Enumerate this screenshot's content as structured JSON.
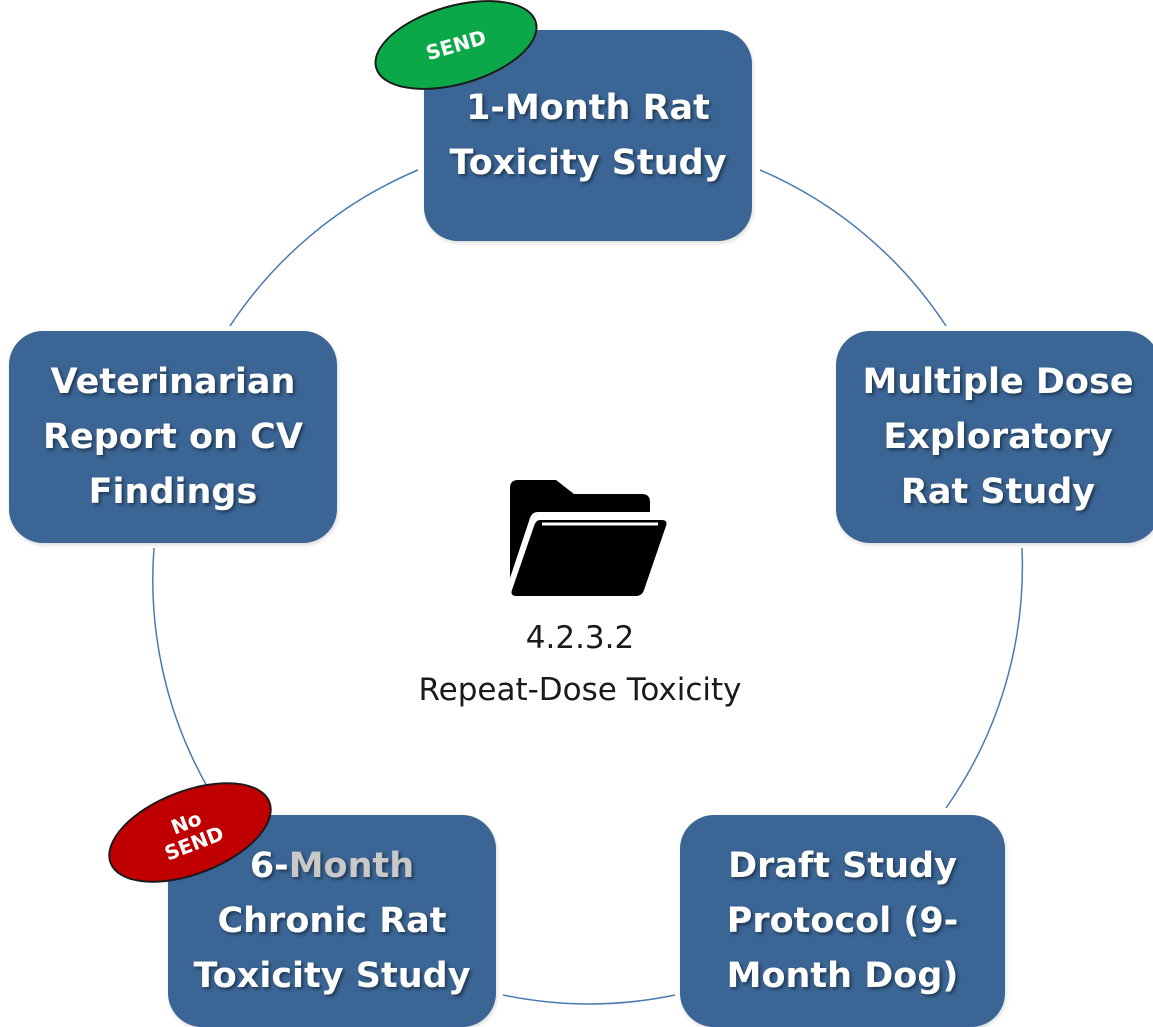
{
  "center": {
    "code": "4.2.3.2",
    "title": "Repeat-Dose Toxicity",
    "icon": "folder-open-icon"
  },
  "nodes": [
    {
      "lines": [
        "1-Month Rat",
        "Toxicity Study"
      ]
    },
    {
      "lines": [
        "Multiple Dose",
        "Exploratory",
        "Rat Study"
      ]
    },
    {
      "lines": [
        "Draft Study",
        "Protocol (9-",
        "Month Dog)"
      ]
    },
    {
      "lines": [
        "6-Month",
        "Chronic Rat",
        "Toxicity Study"
      ]
    },
    {
      "lines": [
        "Veterinarian",
        "Report on CV",
        "Findings"
      ]
    }
  ],
  "badges": {
    "send": {
      "lines": [
        "SEND"
      ],
      "color": "#0ba84a"
    },
    "no_send": {
      "lines": [
        "No",
        "SEND"
      ],
      "color": "#c00000"
    }
  },
  "colors": {
    "node_fill": "#3a6595",
    "ring_stroke": "#4a7ab0"
  }
}
